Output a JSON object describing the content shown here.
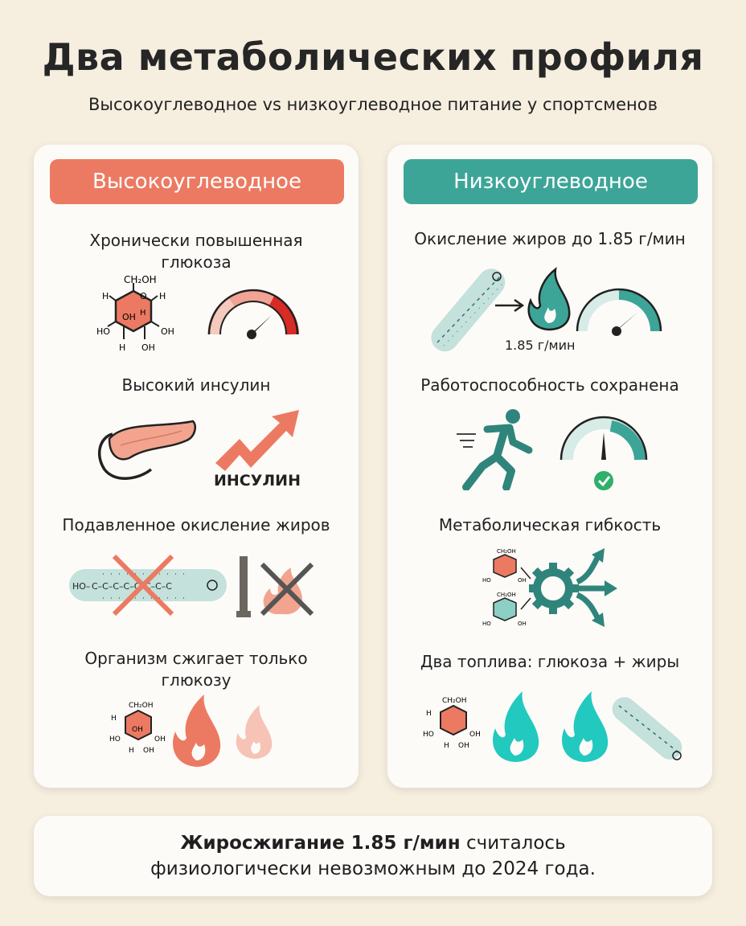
{
  "header": {
    "title": "Два метаболических профиля",
    "subtitle": "Высокоуглеводное vs низкоуглеводное питание у спортсменов"
  },
  "left_panel": {
    "label": "Высокоуглеводное",
    "accent": "#ec7a62",
    "sections": [
      {
        "title_line1": "Хронически повышенная",
        "title_line2": "глюкоза",
        "icons": [
          "glucose-molecule-icon",
          "gauge-high-icon"
        ]
      },
      {
        "title_line1": "Высокий инсулин",
        "icons": [
          "pancreas-icon",
          "rising-arrow-icon"
        ],
        "arrow_caption": "ИНСУЛИН"
      },
      {
        "title_line1": "Подавленное окисление жиров",
        "icons": [
          "fatty-acid-crossed-icon",
          "blocked-flame-icon"
        ]
      },
      {
        "title_line1": "Организм сжигает только",
        "title_line2": "глюкозу",
        "icons": [
          "glucose-molecule-icon",
          "flame-icon",
          "flame-faded-icon"
        ]
      }
    ]
  },
  "right_panel": {
    "label": "Низкоуглеводное",
    "accent": "#3da597",
    "sections": [
      {
        "title_line1": "Окисление жиров до 1.85 г/мин",
        "rate_caption": "1.85 г/мин",
        "icons": [
          "fatty-acid-icon",
          "flame-icon",
          "gauge-icon"
        ]
      },
      {
        "title_line1": "Работоспособность сохранена",
        "icons": [
          "runner-icon",
          "gauge-check-icon"
        ]
      },
      {
        "title_line1": "Метаболическая гибкость",
        "icons": [
          "glucose-molecule-icon",
          "gear-arrows-icon"
        ]
      },
      {
        "title_line1": "Два топлива: глюкоза + жиры",
        "icons": [
          "glucose-molecule-icon",
          "flame-icon",
          "flame-icon",
          "fatty-acid-icon"
        ]
      }
    ]
  },
  "molecule_labels": {
    "ch2oh": "CH₂OH",
    "oh": "OH",
    "ho": "HO",
    "h": "H",
    "o": "O",
    "acid_ho": "HO–",
    "carbons": "C–C–C–C–C–C–C–C"
  },
  "footer": {
    "bold": "Жиросжигание 1.85 г/мин",
    "rest_line1": " считалось",
    "line2": "физиологически невозможным до 2024 года."
  }
}
